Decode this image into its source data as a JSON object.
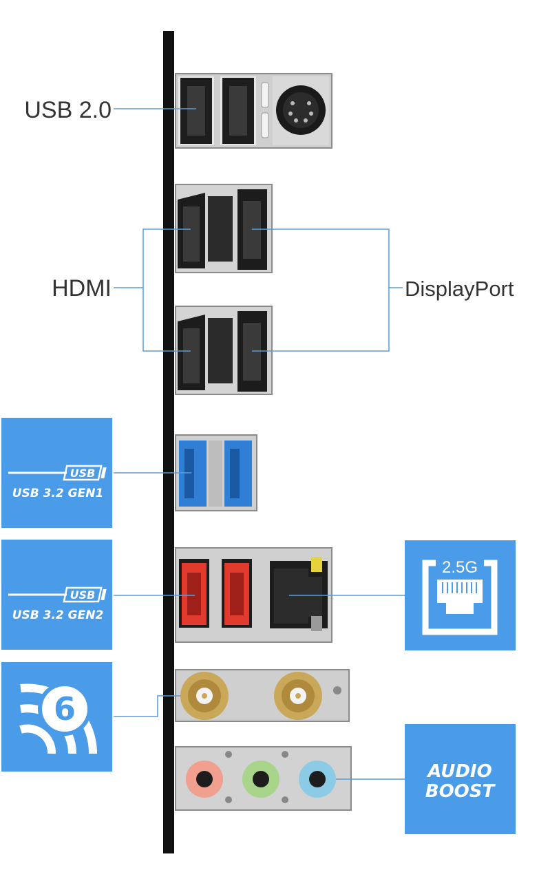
{
  "labels": {
    "usb20": "USB 2.0",
    "hdmi": "HDMI",
    "displayport": "DisplayPort"
  },
  "badges": {
    "usb_gen1": {
      "logo": "USB",
      "text": "USB 3.2 GEN1"
    },
    "usb_gen2": {
      "logo": "USB",
      "text": "USB 3.2 GEN2"
    },
    "lan": {
      "speed": "2.5G"
    },
    "wifi": {
      "number": "6"
    },
    "audio": {
      "line1": "AUDIO",
      "line2": "BOOST"
    }
  },
  "colors": {
    "badge_blue": "#4a9be8",
    "leader_line": "#5b9bd5",
    "usb3_gen1_port": "#2f7fd6",
    "usb3_gen2_port": "#e23b2e",
    "audio_pink": "#f1a08f",
    "audio_green": "#a8d58a",
    "audio_blue": "#8ccbe6",
    "antenna_gold": "#c9a85a"
  },
  "icons": {
    "lan": "ethernet-port-icon",
    "wifi": "wifi-signal-icon"
  }
}
